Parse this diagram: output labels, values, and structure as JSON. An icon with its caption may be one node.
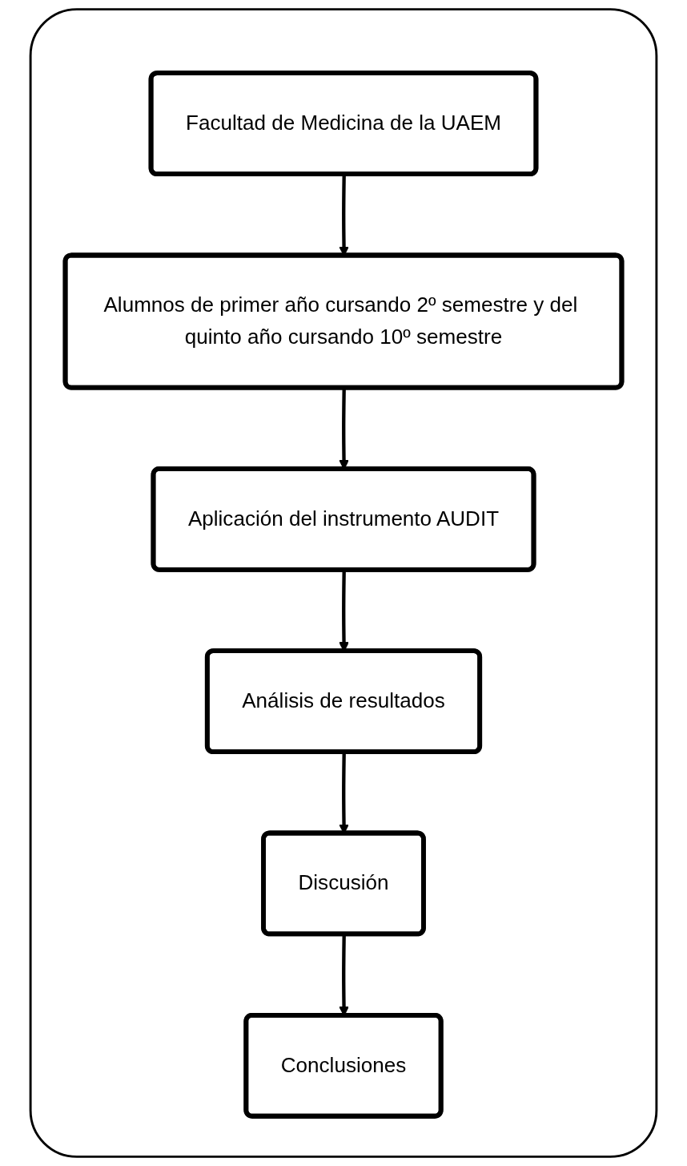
{
  "diagram": {
    "nodes": [
      {
        "text": [],
        "shape": "box"
      },
      {
        "text": [
          "Facultad de Medicina de la UAEM"
        ],
        "in": 0
      },
      {
        "text": [
          "Alumnos de primer año cursando 2º semestre y del quinto año cursando 10º semestre"
        ],
        "in": 0
      },
      {
        "text": [
          "Aplicación del instrumento AUDIT"
        ],
        "in": 0
      },
      {
        "text": [
          "Análisis de resultados"
        ],
        "in": 0
      },
      {
        "text": [
          "Discusión"
        ],
        "in": 0
      },
      {
        "text": [
          "Conclusiones"
        ],
        "in": 0
      }
    ],
    "edges": [
      {
        "from": 1,
        "to": 2,
        "arrow": "to"
      },
      {
        "from": 2,
        "to": 3,
        "arrow": "to"
      },
      {
        "from": 3,
        "to": 4,
        "arrow": "to"
      },
      {
        "from": 4,
        "to": 5,
        "arrow": "to"
      },
      {
        "from": 5,
        "to": 6,
        "arrow": "to"
      }
    ]
  }
}
